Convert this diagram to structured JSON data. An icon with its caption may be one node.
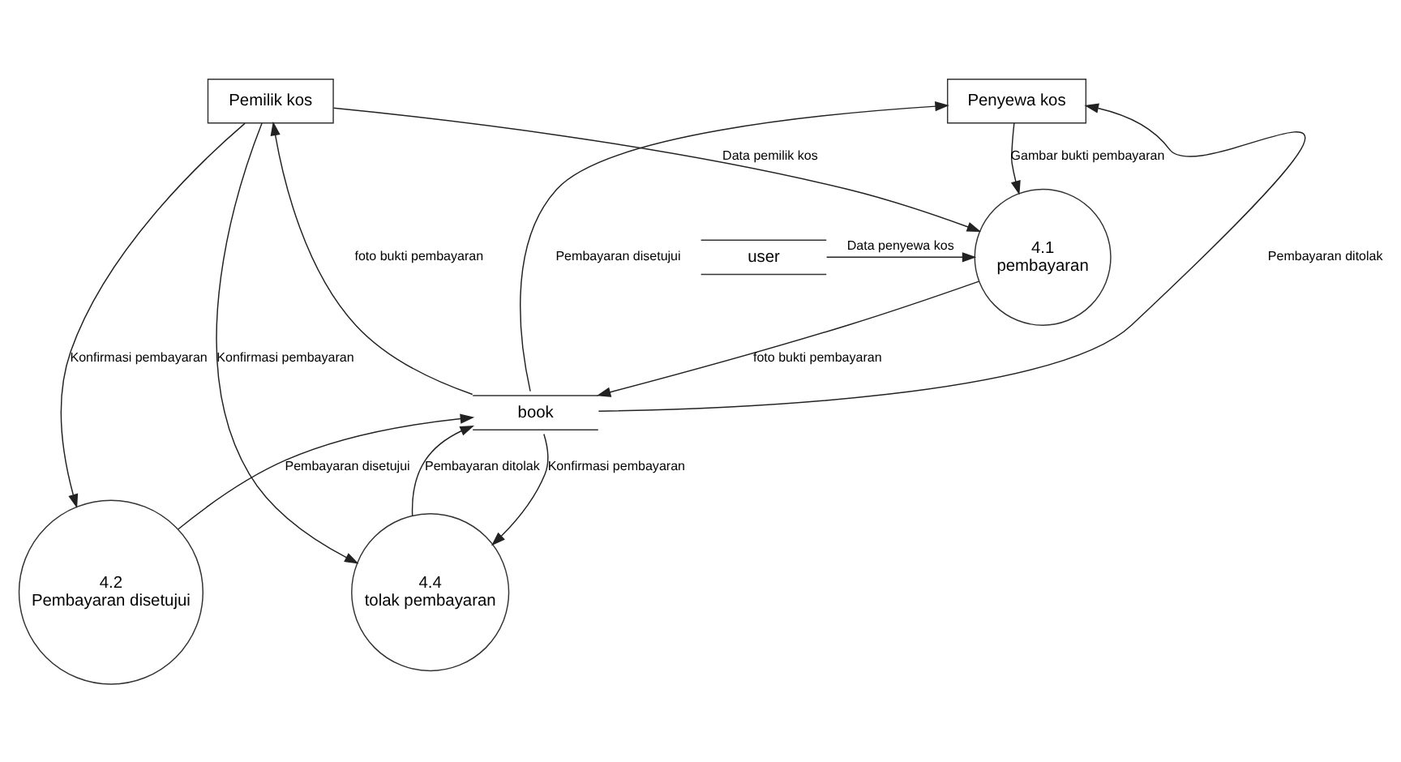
{
  "diagram": {
    "nodes": [
      {
        "text": [
          "Penyewa kos"
        ]
      },
      {
        "text": [
          "Pemilik kos"
        ]
      },
      {
        "text": [
          "user"
        ]
      },
      {
        "text": [
          "4.1",
          "pembayaran"
        ]
      },
      {
        "text": [
          "book"
        ]
      },
      {
        "text": [
          "4.2",
          "Pembayaran disetujui"
        ]
      },
      {
        "text": [
          "4.4",
          "tolak pembayaran"
        ]
      }
    ],
    "edges": [
      {
        "from": 0,
        "to": 3,
        "arrow": "to",
        "label": "Gambar bukti pembayaran"
      },
      {
        "from": 1,
        "to": 3,
        "arrow": "to",
        "label": "Data pemilik kos"
      },
      {
        "from": 2,
        "to": 3,
        "arrow": "to",
        "label": "Data penyewa kos"
      },
      {
        "from": 3,
        "to": 4,
        "arrow": "to",
        "label": "foto bukti pembayaran"
      },
      {
        "from": 4,
        "to": 1,
        "arrow": "to",
        "label": "foto bukti pembayaran"
      },
      {
        "from": 4,
        "to": 0,
        "arrow": "to",
        "label": "Pembayaran disetujui"
      },
      {
        "from": 4,
        "to": 0,
        "arrow": "to",
        "label": "Pembayaran ditolak"
      },
      {
        "from": 1,
        "to": 6,
        "arrow": "to",
        "label": "Konfirmasi pembayaran"
      },
      {
        "from": 6,
        "to": 4,
        "arrow": "to",
        "label": "Pembayaran ditolak"
      },
      {
        "from": 5,
        "to": 4,
        "arrow": "to",
        "label": "Pembayaran disetujui"
      },
      {
        "from": 4,
        "to": 6,
        "arrow": "to",
        "label": "Konfirmasi pembayaran"
      },
      {
        "from": 1,
        "to": 5,
        "arrow": "to",
        "label": "Konfirmasi pembayaran"
      }
    ]
  }
}
